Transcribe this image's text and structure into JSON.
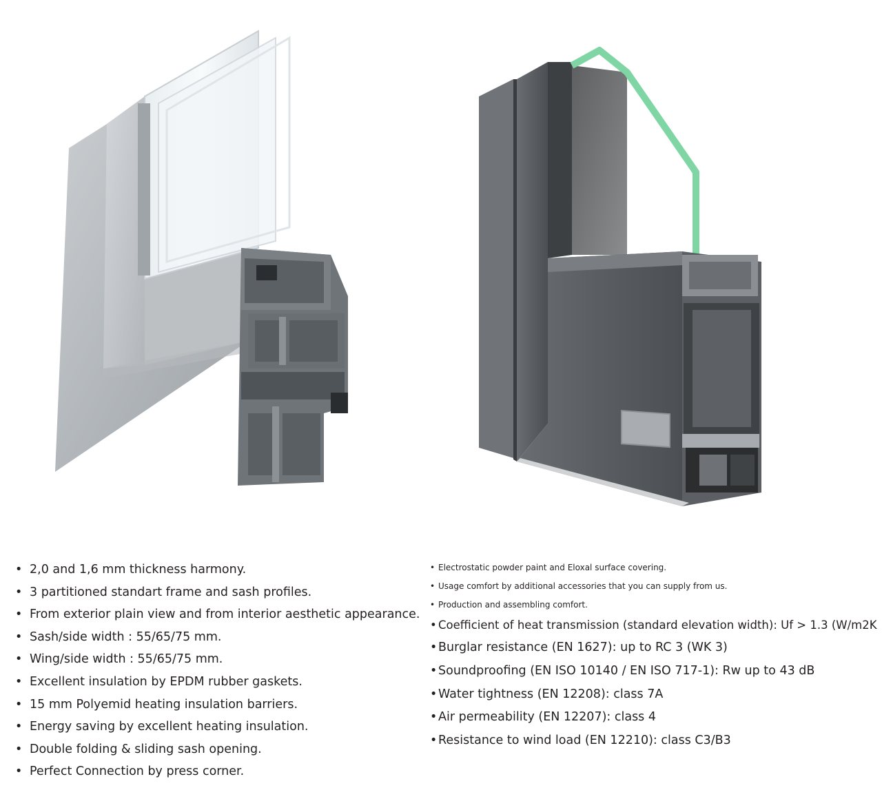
{
  "figures": {
    "left": {
      "icon": "aluminium-window-profile-cross-section",
      "finish_color": "#a8adb1"
    },
    "right": {
      "icon": "aluminium-door-profile-cross-section",
      "finish_color": "#5e6266",
      "glass_edge_color": "#7fd6a4"
    }
  },
  "features_left": {
    "bullet": "•",
    "items": [
      "2,0 and 1,6 mm thickness harmony.",
      "3 partitioned standart frame and sash profiles.",
      "From exterior plain view and from interior aesthetic appearance.",
      "Sash/side width : 55/65/75 mm.",
      "Wing/side width : 55/65/75 mm.",
      "Excellent insulation by EPDM rubber gaskets.",
      "15 mm Polyemid heating insulation barriers.",
      "Energy saving by excellent heating insulation.",
      "Double folding & sliding sash opening.",
      "Perfect Connection by press corner."
    ]
  },
  "features_right": {
    "bullet": "•",
    "items": [
      "Electrostatic powder paint  and Eloxal surface covering.",
      "Usage comfort by additional accessories that you can supply from us.",
      "Production and assembling comfort.",
      "Coefficient of heat transmission (standard elevation width): Uf > 1.3 (W/m2K",
      "Burglar resistance (EN 1627): up to RC 3 (WK 3)",
      "Soundproofing (EN ISO 10140 / EN ISO 717-1): Rw up to 43 dB",
      "Water tightness (EN 12208): class 7A",
      "Air permeability (EN 12207): class 4",
      "Resistance to wind load (EN 12210): class C3/B3"
    ]
  }
}
